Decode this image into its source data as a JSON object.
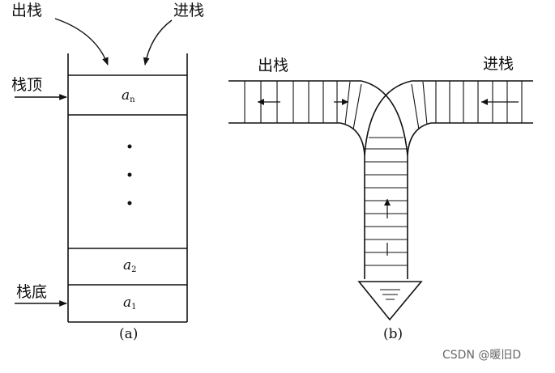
{
  "diagram_a": {
    "pop_label": "出栈",
    "push_label": "进栈",
    "top_label": "栈顶",
    "bottom_label": "栈底",
    "cells": [
      {
        "symbol": "a",
        "subscript": "n"
      },
      {
        "symbol": "a",
        "subscript": "2"
      },
      {
        "symbol": "a",
        "subscript": "1"
      }
    ],
    "caption": "(a)"
  },
  "diagram_b": {
    "pop_label": "出栈",
    "push_label": "进栈",
    "caption": "(b)"
  },
  "watermark": "CSDN @暖旧D"
}
